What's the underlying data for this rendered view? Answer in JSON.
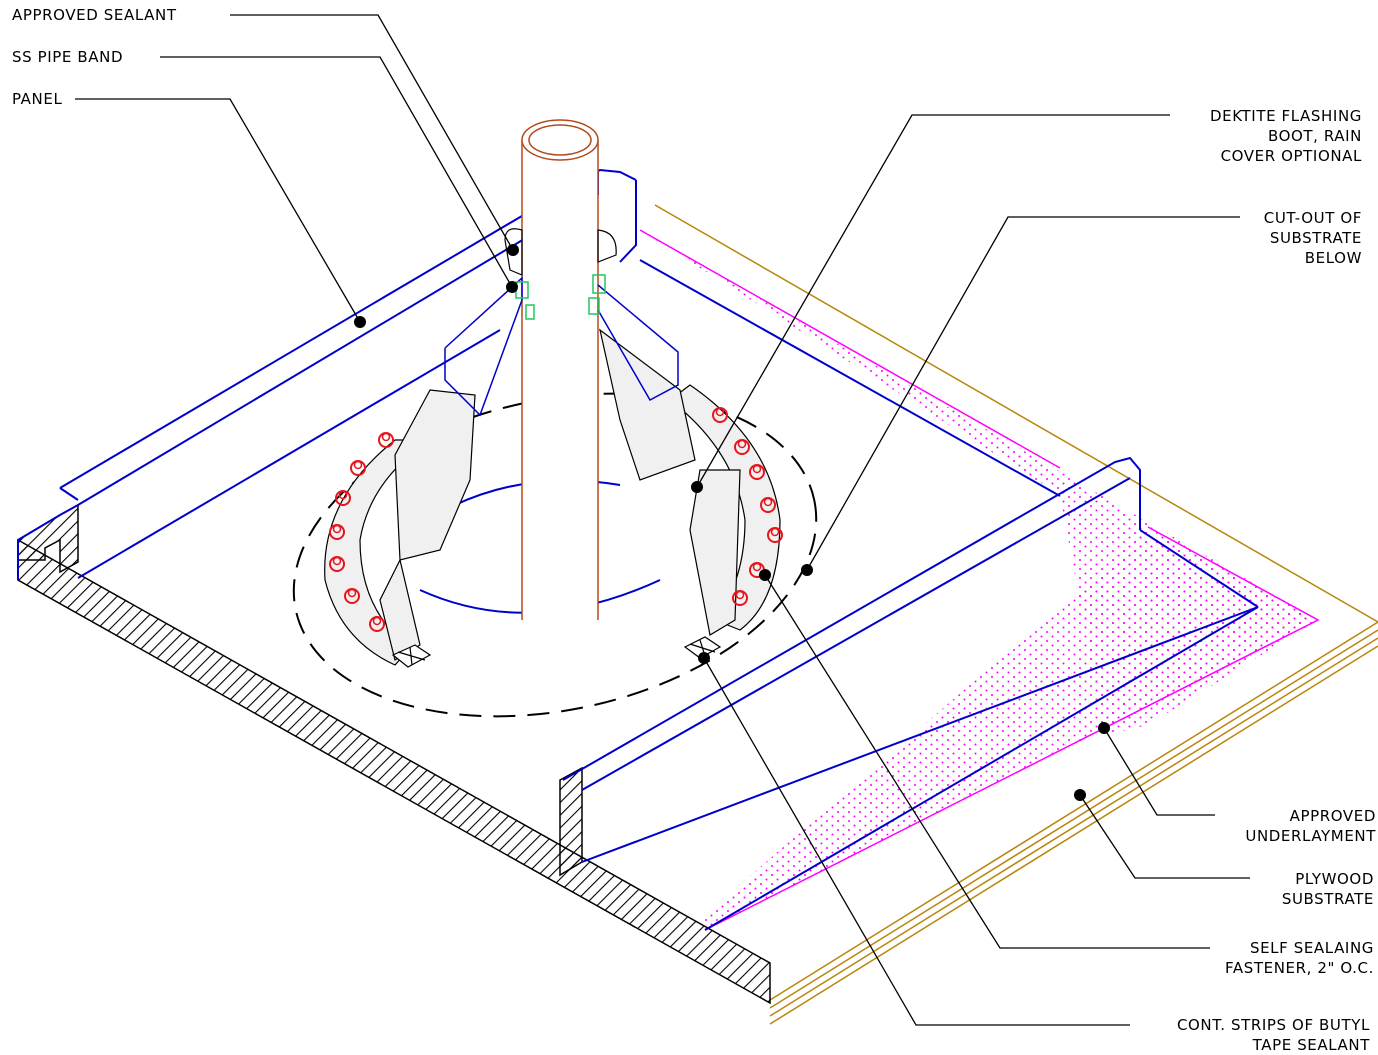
{
  "labels": {
    "approved_sealant": "APPROVED SEALANT",
    "ss_pipe_band": "SS PIPE BAND",
    "panel": "PANEL",
    "dektite_boot": [
      "DEKTITE FLASHING",
      "BOOT, RAIN",
      "COVER OPTIONAL"
    ],
    "cutout": [
      "CUT-OUT OF",
      "SUBSTRATE",
      "BELOW"
    ],
    "underlayment": [
      "APPROVED",
      "UNDERLAYMENT"
    ],
    "plywood": [
      "PLYWOOD",
      "SUBSTRATE"
    ],
    "fastener": [
      "SELF SEALAING",
      "FASTENER, 2\" O.C."
    ],
    "butyl": [
      "CONT. STRIPS OF BUTYL",
      "TAPE SEALANT"
    ]
  },
  "colors": {
    "panel_line": "#0000cc",
    "pipe_line": "#b34a1e",
    "underlayment": "#ff00ff",
    "plywood": "#b8860b",
    "fastener": "#e8141c",
    "sealant": "#22c55e",
    "leader": "#000000"
  }
}
